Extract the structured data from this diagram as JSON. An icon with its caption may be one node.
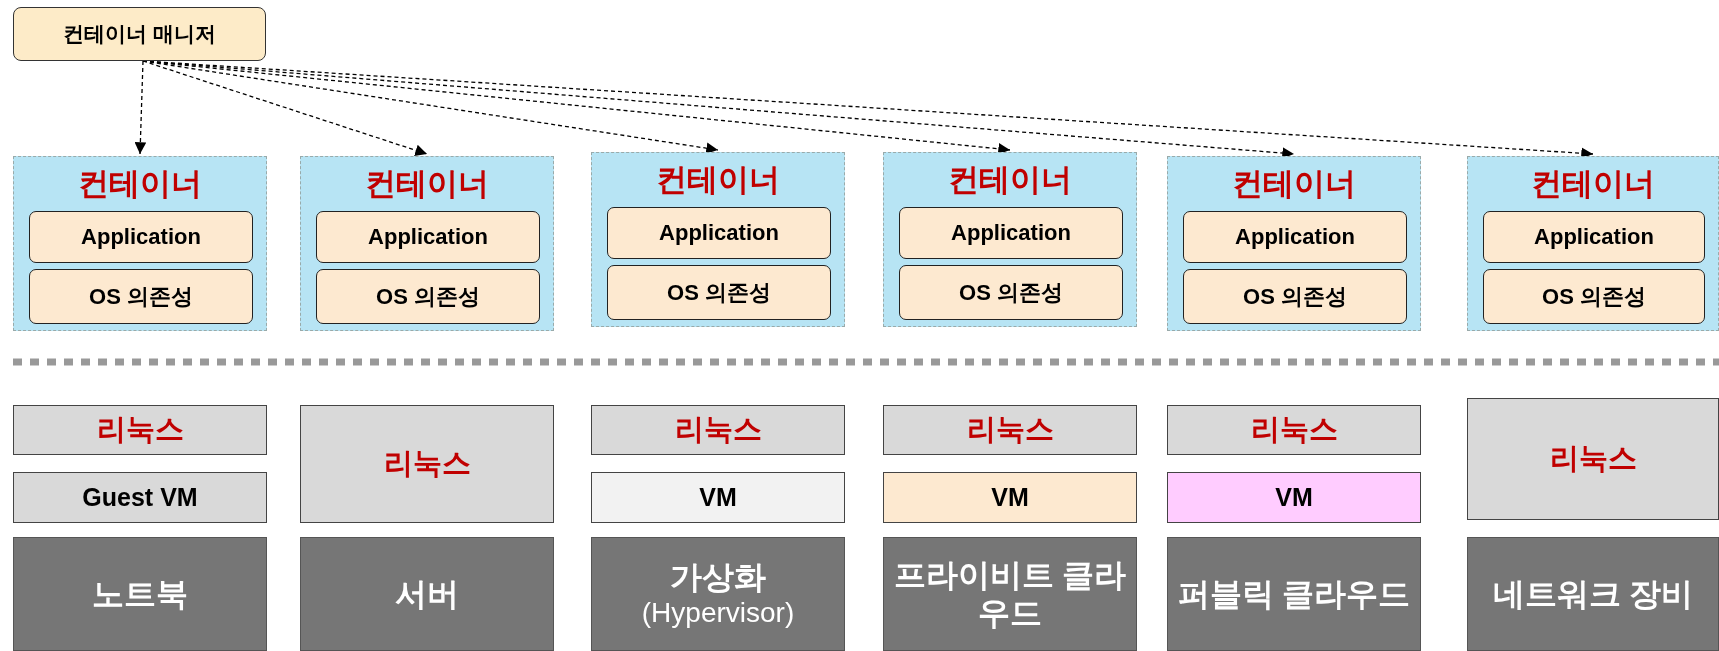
{
  "diagram": {
    "nodes": [
      {
        "text": [
          "컨테이너 매니저"
        ]
      },
      {
        "text": [
          "컨테이너"
        ]
      },
      {
        "text": [
          "Application"
        ],
        "in": 1
      },
      {
        "text": [
          "OS 의존성"
        ],
        "in": 1
      },
      {
        "text": [
          "컨테이너"
        ]
      },
      {
        "text": [
          "Application"
        ],
        "in": 4
      },
      {
        "text": [
          "OS 의존성"
        ],
        "in": 4
      },
      {
        "text": [
          "컨테이너"
        ]
      },
      {
        "text": [
          "Application"
        ],
        "in": 7
      },
      {
        "text": [
          "OS 의존성"
        ],
        "in": 7
      },
      {
        "text": [
          "컨테이너"
        ]
      },
      {
        "text": [
          "Application"
        ],
        "in": 10
      },
      {
        "text": [
          "OS 의존성"
        ],
        "in": 10
      },
      {
        "text": [
          "컨테이너"
        ]
      },
      {
        "text": [
          "Application"
        ],
        "in": 13
      },
      {
        "text": [
          "OS 의존성"
        ],
        "in": 13
      },
      {
        "text": [
          "컨테이너"
        ]
      },
      {
        "text": [
          "Application"
        ],
        "in": 16
      },
      {
        "text": [
          "OS 의존성"
        ],
        "in": 16
      },
      {
        "text": [
          "리눅스"
        ]
      },
      {
        "text": [
          "Guest VM"
        ]
      },
      {
        "text": [
          "노트북"
        ]
      },
      {
        "text": [
          "리눅스"
        ]
      },
      {
        "text": [
          "서버"
        ]
      },
      {
        "text": [
          "리눅스"
        ]
      },
      {
        "text": [
          "VM"
        ]
      },
      {
        "text": [
          "가상화",
          "(Hypervisor)"
        ]
      },
      {
        "text": [
          "리눅스"
        ]
      },
      {
        "text": [
          "VM"
        ]
      },
      {
        "text": [
          "프라이비트 클라우드"
        ]
      },
      {
        "text": [
          "리눅스"
        ]
      },
      {
        "text": [
          "VM"
        ]
      },
      {
        "text": [
          "퍼블릭 클라우드"
        ]
      },
      {
        "text": [
          "리눅스"
        ]
      },
      {
        "text": [
          "네트워크 장비"
        ]
      }
    ],
    "edges": [
      {
        "from": 0,
        "to": 1,
        "arrow": "to",
        "style": "dashed"
      },
      {
        "from": 0,
        "to": 4,
        "arrow": "to",
        "style": "dashed"
      },
      {
        "from": 0,
        "to": 7,
        "arrow": "to",
        "style": "dashed"
      },
      {
        "from": 0,
        "to": 10,
        "arrow": "to",
        "style": "dashed"
      },
      {
        "from": 0,
        "to": 13,
        "arrow": "to",
        "style": "dashed"
      },
      {
        "from": 0,
        "to": 16,
        "arrow": "to",
        "style": "dashed"
      }
    ]
  }
}
